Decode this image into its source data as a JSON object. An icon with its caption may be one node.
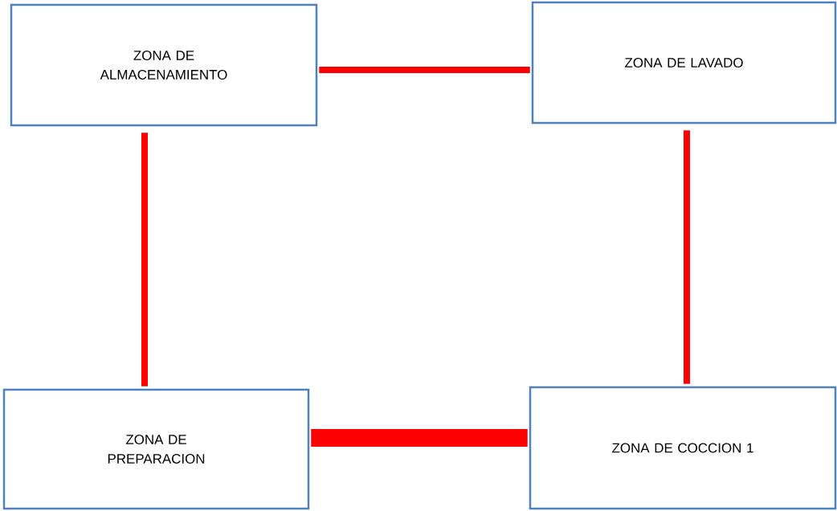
{
  "diagram": {
    "nodes": [
      {
        "text": [
          "ZONA DE ALMACENAMIENTO"
        ]
      },
      {
        "text": [
          "ZONA DE LAVADO"
        ]
      },
      {
        "text": [
          "ZONA DE PREPARACION"
        ]
      },
      {
        "text": [
          "ZONA DE COCCION 1"
        ]
      }
    ],
    "edges": [
      {
        "from": 0,
        "to": 1,
        "arrow": "none"
      },
      {
        "from": 0,
        "to": 2,
        "arrow": "none"
      },
      {
        "from": 1,
        "to": 3,
        "arrow": "none"
      },
      {
        "from": 2,
        "to": 3,
        "arrow": "none",
        "style": "thick"
      }
    ]
  }
}
